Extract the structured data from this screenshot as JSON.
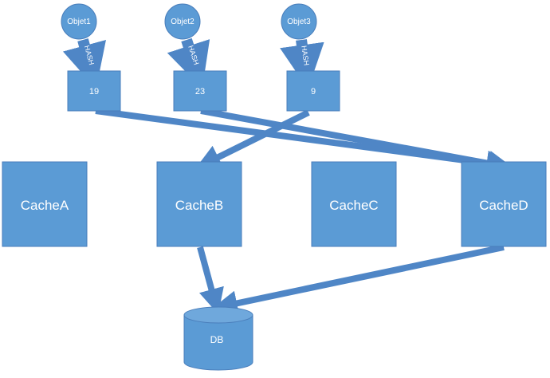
{
  "objects": [
    {
      "label": "Objet1",
      "hash_label": "HASH"
    },
    {
      "label": "Objet2",
      "hash_label": "HASH"
    },
    {
      "label": "Objet3",
      "hash_label": "HASH"
    }
  ],
  "hash_values": [
    "19",
    "23",
    "9"
  ],
  "caches": [
    "CacheA",
    "CacheB",
    "CacheC",
    "CacheD"
  ],
  "database": {
    "label": "DB"
  },
  "colors": {
    "fill": "#5B9BD5",
    "stroke": "#4A7EBB",
    "arrow": "#4F86C6",
    "text": "#ffffff"
  }
}
